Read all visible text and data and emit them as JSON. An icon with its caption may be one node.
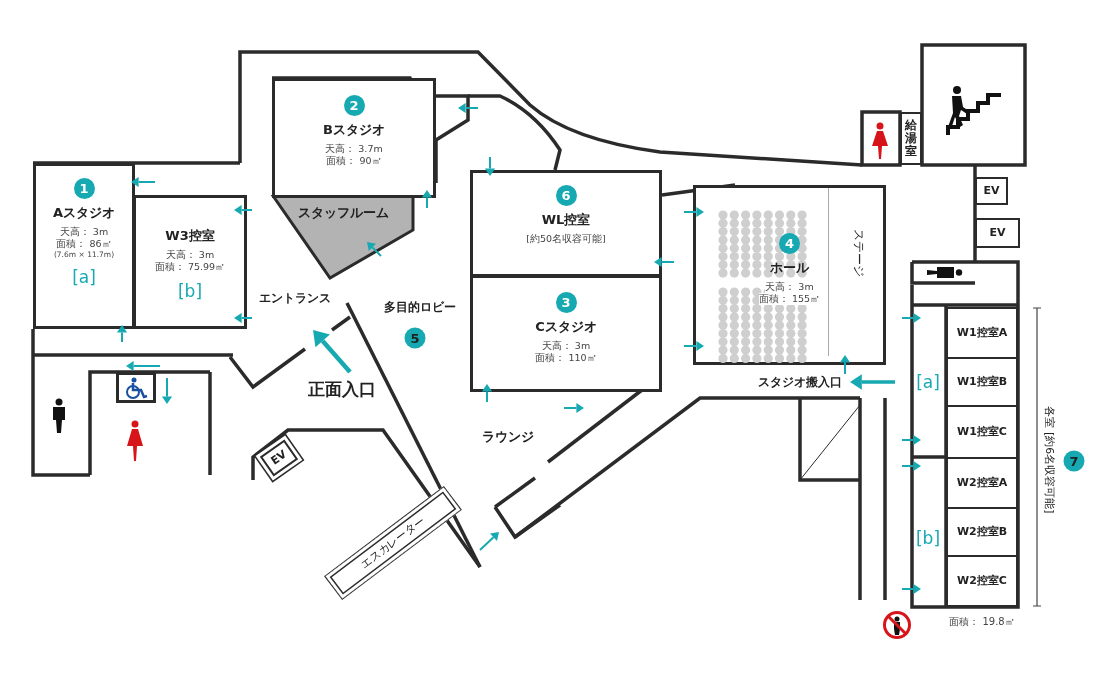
{
  "diagram": {
    "nodes": [
      {
        "text": [
          "1",
          "Aスタジオ",
          "天高： 3m",
          "面積： 86㎡",
          "(7.6m × 11.7m)",
          "[a]"
        ]
      },
      {
        "text": [
          "W3控室",
          "天高： 3m",
          "面積： 75.99㎡",
          "[b]"
        ]
      },
      {
        "text": [
          "2",
          "Bスタジオ",
          "天高： 3.7m",
          "面積： 90㎡"
        ]
      },
      {
        "text": [
          "スタッフルーム"
        ]
      },
      {
        "text": [
          "6",
          "WL控室",
          "[約50名収容可能]"
        ]
      },
      {
        "text": [
          "3",
          "Cスタジオ",
          "天高： 3m",
          "面積： 110㎡"
        ]
      },
      {
        "text": [
          "4",
          "ホール",
          "天高： 3m",
          "面積： 155㎡"
        ]
      },
      {
        "text": [
          "ステージ"
        ],
        "in": 6
      },
      {
        "text": [
          "給湯室"
        ]
      },
      {
        "text": [
          "EV"
        ]
      },
      {
        "text": [
          "EV"
        ]
      },
      {
        "text": [
          "EV"
        ]
      },
      {
        "text": [
          "エスカレーター"
        ]
      },
      {
        "text": [
          "W1控室A"
        ]
      },
      {
        "text": [
          "W1控室B"
        ]
      },
      {
        "text": [
          "W1控室C"
        ]
      },
      {
        "text": [
          "W2控室A"
        ]
      },
      {
        "text": [
          "W2控室B"
        ]
      },
      {
        "text": [
          "W2控室C"
        ]
      }
    ],
    "labels": [
      "エントランス",
      "多目的ロビー",
      "5",
      "[a]",
      "スタジオ搬入口",
      "正面入口",
      "ラウンジ",
      "各室 [約6名収容可能]",
      "7",
      "[b]",
      "面積： 19.8㎡"
    ]
  }
}
